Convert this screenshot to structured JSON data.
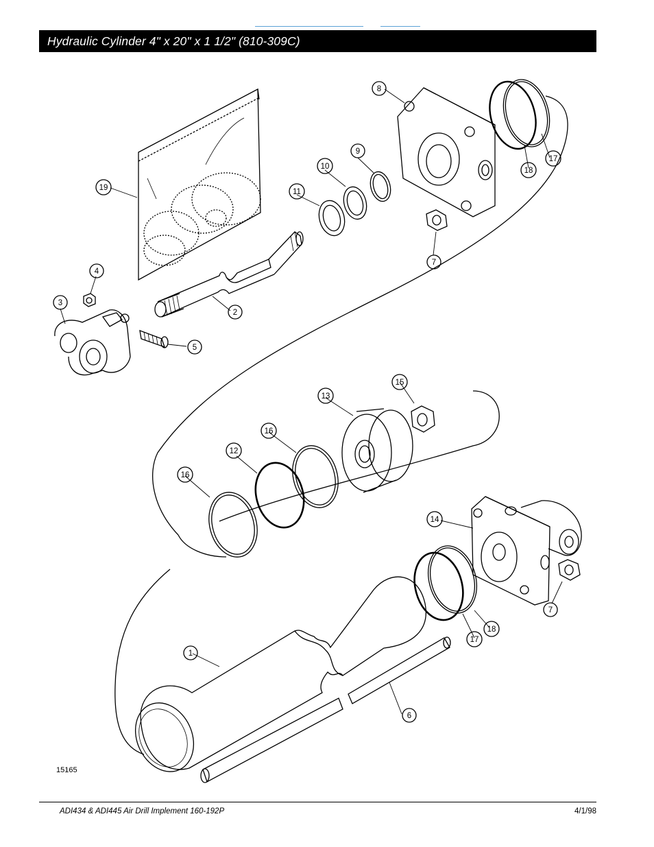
{
  "header": {
    "title": "Hydraulic Cylinder 4\" x 20\" x 1 1/2\" (810-309C)"
  },
  "diagram": {
    "figure_number": "15165",
    "callouts": [
      "1",
      "2",
      "3",
      "4",
      "5",
      "6",
      "7",
      "7",
      "8",
      "9",
      "10",
      "11",
      "12",
      "13",
      "14",
      "15",
      "16",
      "16",
      "17",
      "17",
      "18",
      "18",
      "19"
    ]
  },
  "footer": {
    "document": "ADI434 & ADI445 Air Drill Implement   160-192P",
    "date": "4/1/98"
  },
  "colors": {
    "title_bar_bg": "#000000",
    "title_text": "#ffffff",
    "link_rule": "#5aa0d6"
  }
}
